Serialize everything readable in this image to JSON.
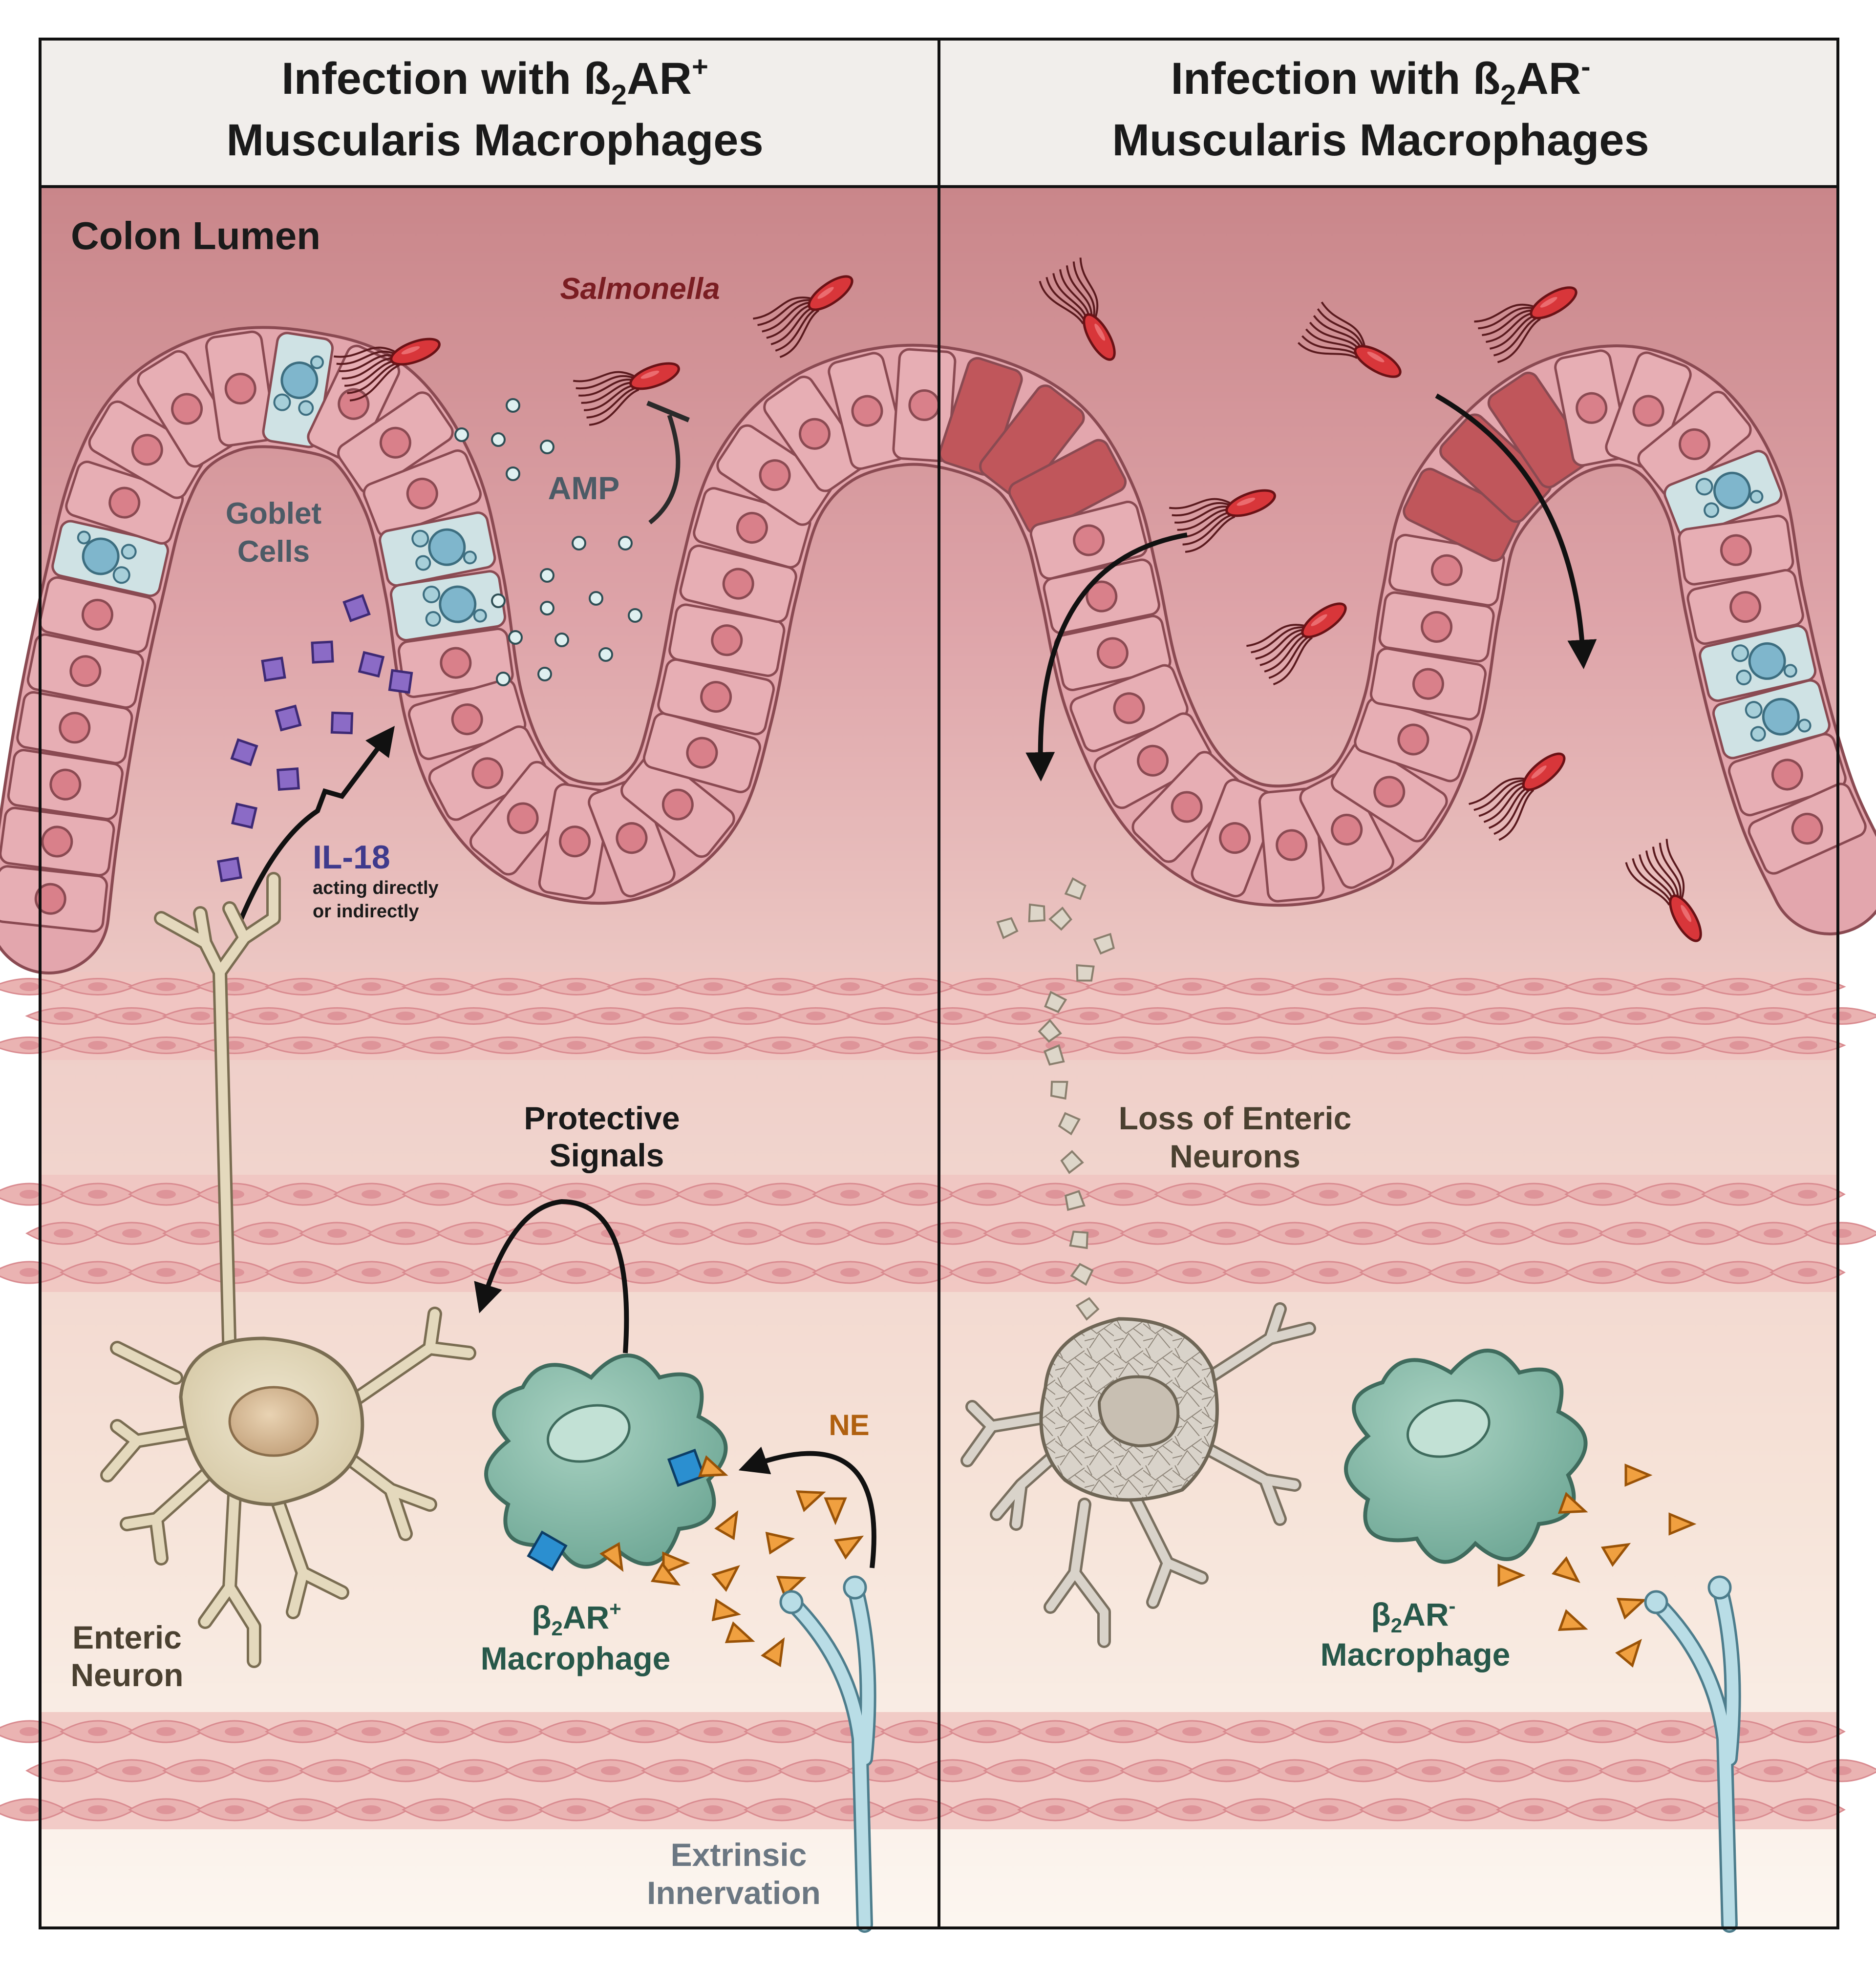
{
  "panels": {
    "left": {
      "title_line1": "Infection with ß",
      "title_sub": "2",
      "title_mid": "AR",
      "title_sup": "+",
      "title_line2": "Muscularis Macrophages"
    },
    "right": {
      "title_line1": "Infection with ß",
      "title_sub": "2",
      "title_mid": "AR",
      "title_sup": "-",
      "title_line2": "Muscularis Macrophages"
    }
  },
  "labels": {
    "colon_lumen": "Colon Lumen",
    "salmonella": "Salmonella",
    "amp": "AMP",
    "goblet_line1": "Goblet",
    "goblet_line2": "Cells",
    "il18": "IL-18",
    "il18_note_line1": "acting directly",
    "il18_note_line2": "or indirectly",
    "protective_line1": "Protective",
    "protective_line2": "Signals",
    "ne": "NE",
    "enteric_line1": "Enteric",
    "enteric_line2": "Neuron",
    "mac_pos_line1_pre": "β",
    "mac_pos_sub": "2",
    "mac_pos_mid": "AR",
    "mac_pos_sup": "+",
    "mac_pos_line2": "Macrophage",
    "mac_neg_line1_pre": "β",
    "mac_neg_sub": "2",
    "mac_neg_mid": "AR",
    "mac_neg_sup": "-",
    "mac_neg_line2": "Macrophage",
    "extrinsic_line1": "Extrinsic",
    "extrinsic_line2": "Innervation",
    "loss_line1": "Loss of Enteric",
    "loss_line2": "Neurons"
  },
  "colors": {
    "lumen_top": "#c9868a",
    "tissue_bottom": "#fbf3ec",
    "epithelium": "#e3a6ad",
    "goblet": "#cfe2e4",
    "bacteria": "#d8363a",
    "il18": "#7b5bb2",
    "ne": "#e58a23",
    "macrophage": "#8fbfad",
    "neuron": "#e4d9bd",
    "nerve": "#b9dde6",
    "receptor": "#2b8fd0",
    "damaged": "#c0565b"
  }
}
